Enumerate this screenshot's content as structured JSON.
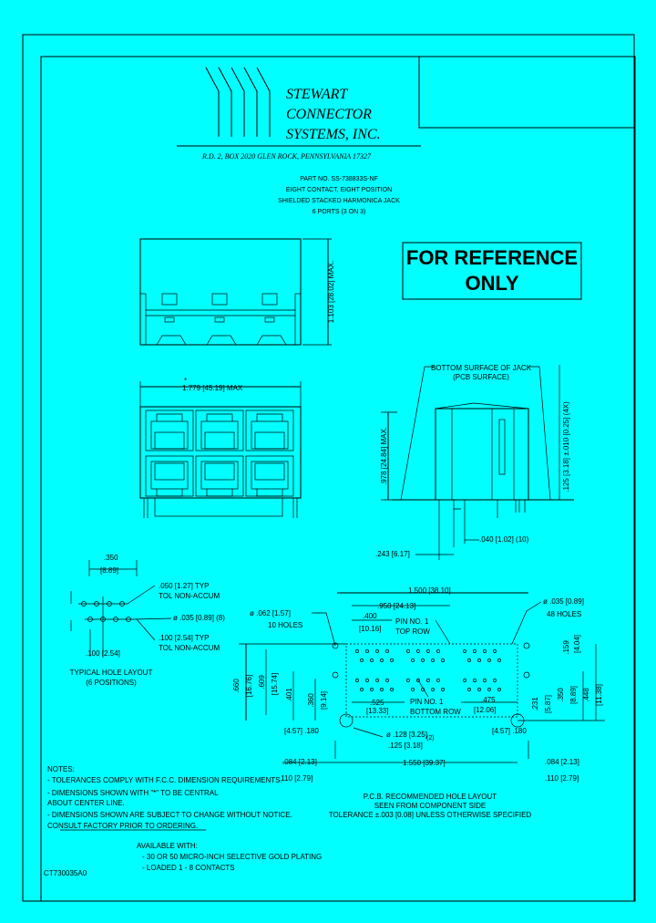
{
  "company": {
    "name_lines": [
      "STEWART",
      "CONNECTOR",
      "SYSTEMS,  INC."
    ],
    "address": "R.D. 2, BOX 2020   GLEN ROCK, PENNSYLVANIA   17327"
  },
  "part": {
    "lines": [
      "PART NO. SS-738833S-NF",
      "EIGHT CONTACT, EIGHT POSITION",
      "SHIELDED STACKED HARMONICA JACK",
      "6 PORTS (3 ON 3)"
    ]
  },
  "stamp": {
    "lines": [
      "FOR REFERENCE",
      "ONLY"
    ]
  },
  "dims": {
    "height": "1.103 [28.02] MAX.",
    "width": "1.779 [45.19] MAX",
    "bottom_surface": [
      "BOTTOM SURFACE OF JACK",
      "(PCB SURFACE)"
    ],
    "side_height": ".978 [24.84] MAX.",
    "side_pin": ".125 [3.18] ±.010 [0.25] (4X)",
    "d040": ".040 [1.02] (10)",
    "d243": ".243 [6.17]",
    "d350": ".350",
    "d350m": "[8.89]",
    "d050": ".050 [1.27] TYP",
    "d050b": "TOL NON-ACCUM",
    "d035": "ø .035 [0.89] (8)",
    "d100a": ".100 [2.54] TYP",
    "d100b": "TOL NON-ACCUM",
    "d100c": ".100 [2.54]",
    "typical": [
      "TYPICAL HOLE LAYOUT",
      "(6 POSITIONS)"
    ],
    "d1500": "1.500 [38.10]",
    "d950": ".950 [24.13]",
    "d400": ".400",
    "d400m": "[10.16]",
    "d062": "ø .062 [1.57]",
    "d062b": "10 HOLES",
    "pin1top": [
      "PIN NO. 1",
      "TOP ROW"
    ],
    "d035b": "ø .035 [0.89]",
    "d035c": "48 HOLES",
    "d159": ".159",
    "d159m": "[4.04]",
    "d660": ".660",
    "d660m": "[16.76]",
    "d609": ".609",
    "d609m": "[15.74]",
    "d401": ".401",
    "d360": ".360",
    "d360m": "[9.14]",
    "d525": ".525",
    "d525m": "[13.33]",
    "pin1bot": [
      "PIN NO. 1",
      "BOTTOM ROW"
    ],
    "d475": ".475",
    "d475m": "[12.06]",
    "d231": ".231",
    "d231m": "[5.87]",
    "d350b": ".350",
    "d350bm": "[8.89]",
    "d448": ".448",
    "d448m": "[11.38]",
    "d457a": "[4.57] .180",
    "d457b": "[4.57] .180",
    "d128": "ø .128 [3.25]",
    "d128n": "(2)",
    "d125": ".125 [3.18]",
    "d084a": ".084 [2.13]",
    "d1550": "1.550 [39.37]",
    "d084b": ".084 [2.13]",
    "d110a": ".110 [2.79]",
    "d110b": ".110 [2.79]"
  },
  "pcb_layout": [
    "P.C.B. RECOMMENDED HOLE LAYOUT",
    "SEEN FROM COMPONENT SIDE",
    "TOLERANCE ±.003 [0.08] UNLESS OTHERWISE SPECIFIED"
  ],
  "notes": {
    "title": "NOTES:",
    "items": [
      "-  TOLERANCES COMPLY WITH F.C.C. DIMENSION REQUIREMENTS.",
      "-  DIMENSIONS SHOWN WITH \"*\" TO BE CENTRAL",
      "   ABOUT CENTER LINE.",
      "-  DIMENSIONS SHOWN ARE SUBJECT TO CHANGE WITHOUT NOTICE.",
      "   CONSULT FACTORY PRIOR TO ORDERING."
    ]
  },
  "available": {
    "title": "AVAILABLE WITH:",
    "items": [
      "-  30 OR 50 MICRO-INCH SELECTIVE GOLD PLATING",
      "-  LOADED   1 - 8 CONTACTS"
    ]
  },
  "doc_number": "CT730035A0"
}
